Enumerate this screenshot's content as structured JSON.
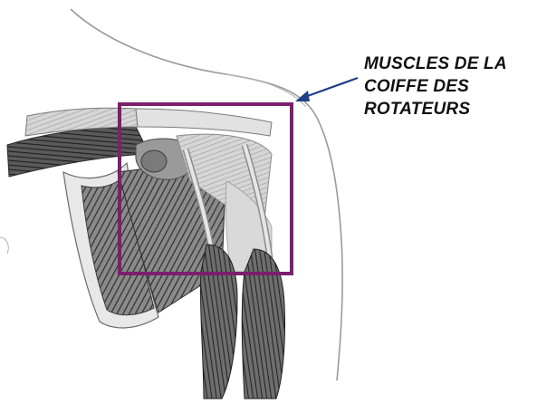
{
  "annotation": {
    "lines": [
      "MUSCLES DE LA",
      "COIFFE DES",
      "ROTATEURS"
    ]
  },
  "colors": {
    "highlight_box": "#7b1f6e",
    "arrow": "#1f3f86",
    "skin_outline": "#9a9a9a",
    "muscle_dark": "#3a3a3a",
    "muscle_mid": "#777777",
    "muscle_light": "#c8c8c8"
  }
}
